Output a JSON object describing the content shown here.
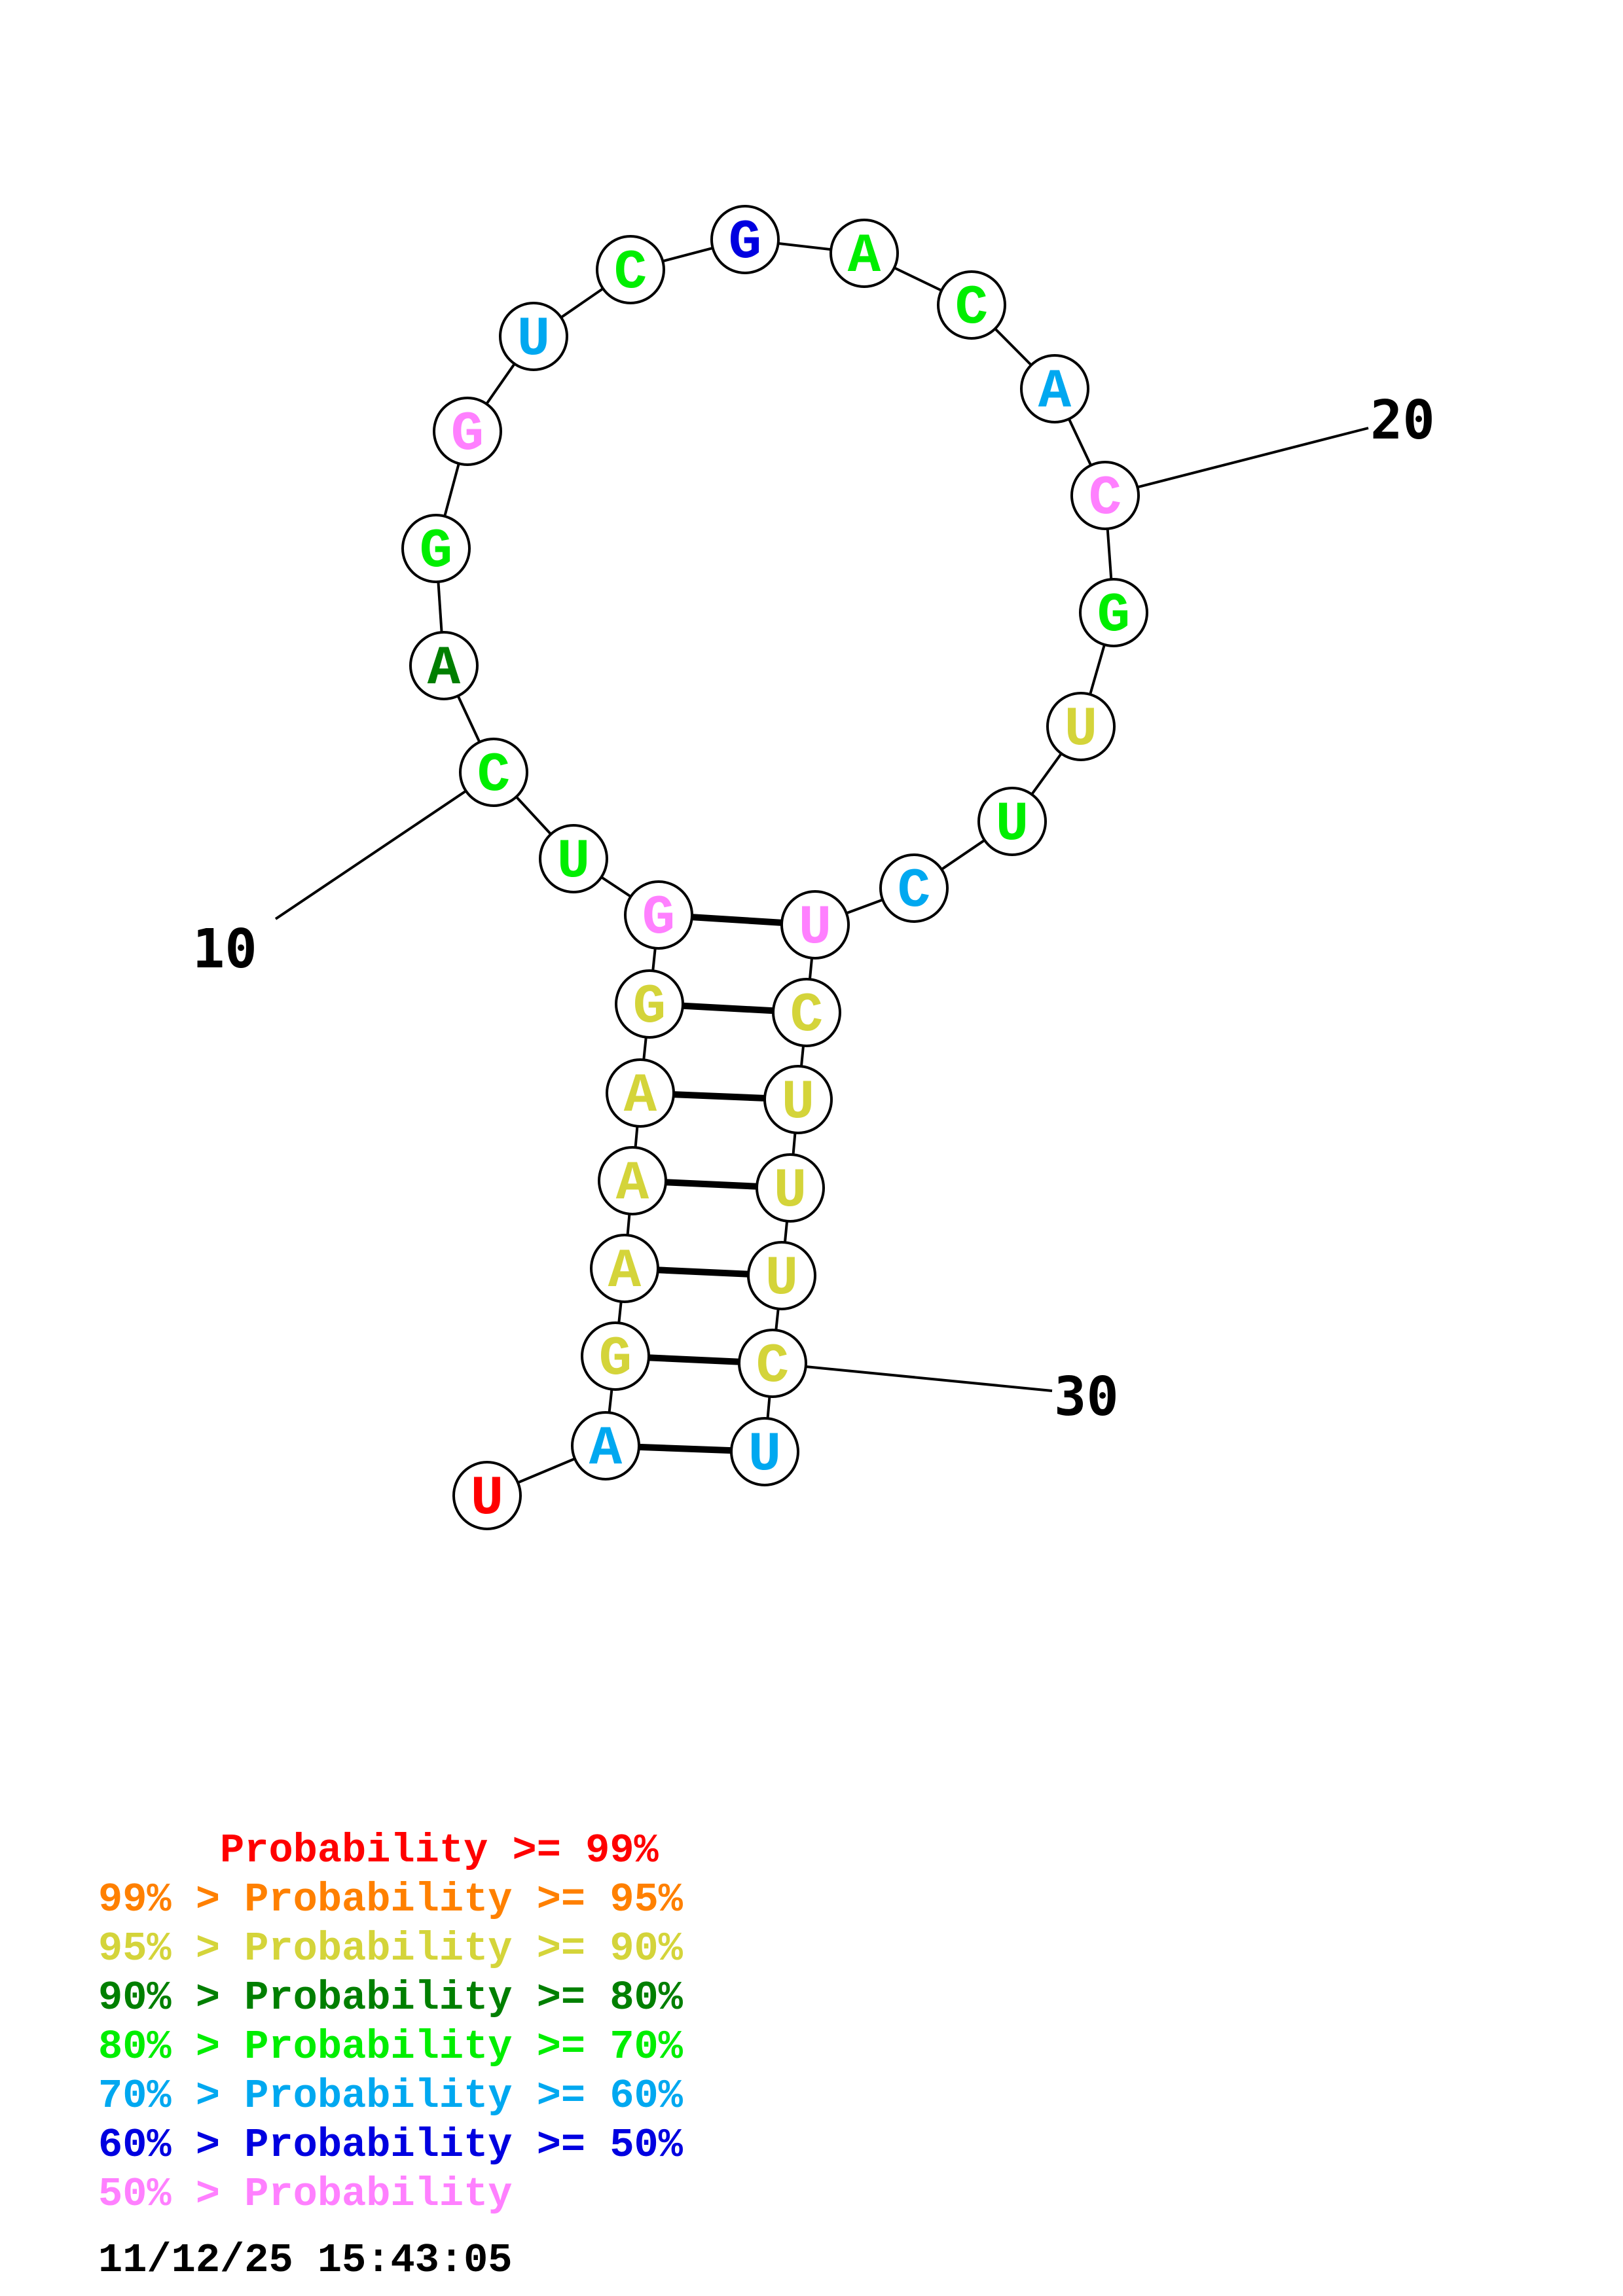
{
  "nucleotides": [
    {
      "letter": "U",
      "color": "#ff0000"
    },
    {
      "letter": "A",
      "color": "#00a8f0"
    },
    {
      "letter": "G",
      "color": "#d4d43a"
    },
    {
      "letter": "A",
      "color": "#d4d43a"
    },
    {
      "letter": "A",
      "color": "#d4d43a"
    },
    {
      "letter": "A",
      "color": "#d4d43a"
    },
    {
      "letter": "G",
      "color": "#d4d43a"
    },
    {
      "letter": "G",
      "color": "#ff80ff"
    },
    {
      "letter": "U",
      "color": "#00ee00"
    },
    {
      "letter": "C",
      "color": "#00ee00"
    },
    {
      "letter": "A",
      "color": "#007f00"
    },
    {
      "letter": "G",
      "color": "#00ee00"
    },
    {
      "letter": "G",
      "color": "#ff80ff"
    },
    {
      "letter": "U",
      "color": "#00a8f0"
    },
    {
      "letter": "C",
      "color": "#00ee00"
    },
    {
      "letter": "G",
      "color": "#0000e0"
    },
    {
      "letter": "A",
      "color": "#00ee00"
    },
    {
      "letter": "C",
      "color": "#00ee00"
    },
    {
      "letter": "A",
      "color": "#00a8f0"
    },
    {
      "letter": "C",
      "color": "#ff80ff"
    },
    {
      "letter": "G",
      "color": "#00ee00"
    },
    {
      "letter": "U",
      "color": "#d4d43a"
    },
    {
      "letter": "U",
      "color": "#00ee00"
    },
    {
      "letter": "C",
      "color": "#00a8f0"
    },
    {
      "letter": "U",
      "color": "#ff80ff"
    },
    {
      "letter": "C",
      "color": "#d4d43a"
    },
    {
      "letter": "U",
      "color": "#d4d43a"
    },
    {
      "letter": "U",
      "color": "#d4d43a"
    },
    {
      "letter": "U",
      "color": "#d4d43a"
    },
    {
      "letter": "C",
      "color": "#d4d43a"
    },
    {
      "letter": "U",
      "color": "#00a8f0"
    }
  ],
  "base_pairs": [
    [
      2,
      31
    ],
    [
      3,
      30
    ],
    [
      4,
      29
    ],
    [
      5,
      28
    ],
    [
      6,
      27
    ],
    [
      7,
      26
    ],
    [
      8,
      25
    ]
  ],
  "position_labels": [
    {
      "index": 10,
      "text": "10"
    },
    {
      "index": 20,
      "text": "20"
    },
    {
      "index": 30,
      "text": "30"
    }
  ],
  "legend": [
    {
      "text": "     Probability >= 99%",
      "color": "#ff0000"
    },
    {
      "text": "99% > Probability >= 95%",
      "color": "#ff8000"
    },
    {
      "text": "95% > Probability >= 90%",
      "color": "#d4d43a"
    },
    {
      "text": "90% > Probability >= 80%",
      "color": "#007f00"
    },
    {
      "text": "80% > Probability >= 70%",
      "color": "#00ee00"
    },
    {
      "text": "70% > Probability >= 60%",
      "color": "#00a8f0"
    },
    {
      "text": "60% > Probability >= 50%",
      "color": "#0000e0"
    },
    {
      "text": "50% > Probability",
      "color": "#ff80ff"
    }
  ],
  "timestamp": "11/12/25 15:43:05"
}
